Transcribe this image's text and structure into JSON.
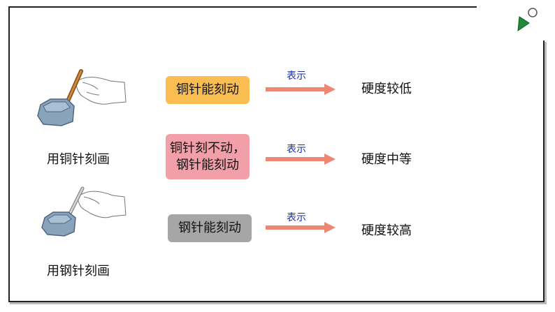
{
  "slide": {
    "rows": [
      {
        "action": "铜针能刻动",
        "arrow_label": "表示",
        "result": "硬度较低",
        "color": "#f9bd52"
      },
      {
        "action_lines": [
          "铜针刻不动，",
          "钢针能刻动"
        ],
        "arrow_label": "表示",
        "result": "硬度中等",
        "color": "#f29fa9"
      },
      {
        "action": "钢针能刻动",
        "arrow_label": "表示",
        "result": "硬度较高",
        "color": "#a6a6a6"
      }
    ],
    "captions": [
      "用铜针刻画",
      "用钢针刻画"
    ]
  },
  "colors": {
    "arrow": "#ee8772",
    "arrow_label": "#1a2fa0",
    "rock": "#8aa3bd",
    "copper_needle": "#b56a28",
    "steel_needle": "#c8c8c8",
    "play": "#1f8a3a"
  },
  "icons": {
    "play": "play-triangle-icon"
  }
}
